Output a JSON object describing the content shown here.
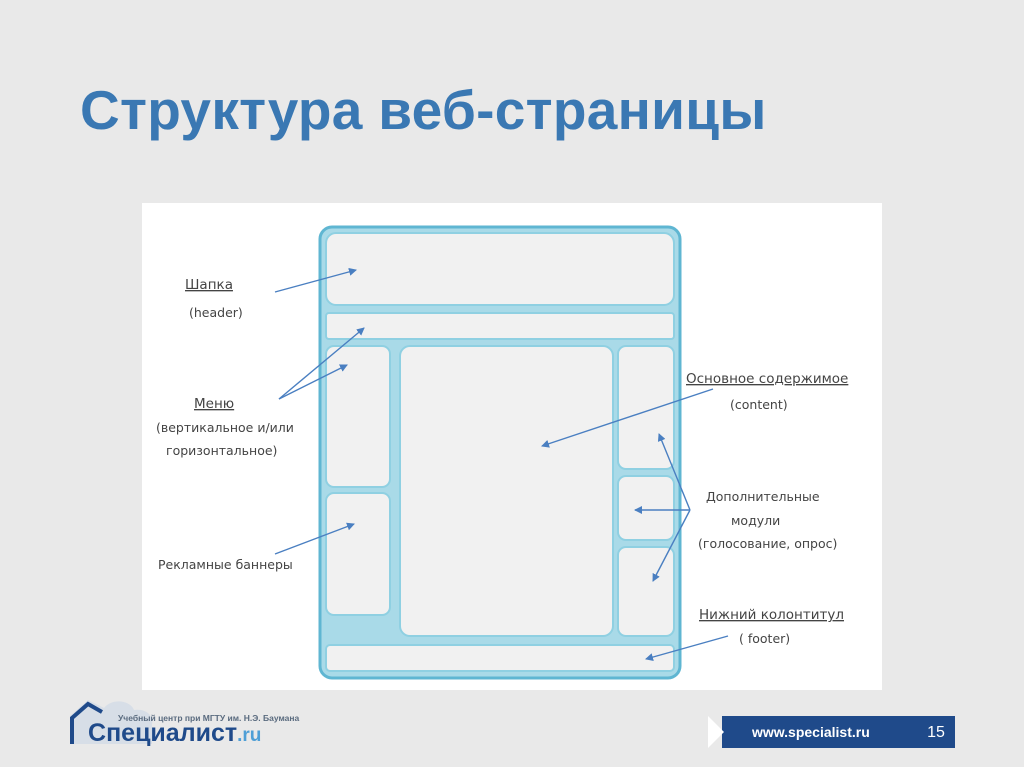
{
  "slide": {
    "title": "Структура веб-страницы",
    "page_number": "15"
  },
  "diagram": {
    "labels": {
      "header": "Шапка",
      "header_en": "(header)",
      "menu": "Меню",
      "menu_en_1": "(вертикальное и/или",
      "menu_en_2": "горизонтальное)",
      "banners": "Рекламные баннеры",
      "content": "Основное содержимое",
      "content_en": "(content)",
      "modules_1": "Дополнительные",
      "modules_2": "модули",
      "modules_3": "(голосование, опрос)",
      "footer": "Нижний колонтитул",
      "footer_en": "( footer)"
    },
    "colors": {
      "frame": "#7cc3d8",
      "block_fill": "#f1f1f1",
      "arrow": "#4a7fc1"
    }
  },
  "footer": {
    "logo_caption": "Учебный центр при МГТУ им. Н.Э. Баумана",
    "logo_main": "пециалист",
    "logo_letter": "С",
    "logo_tld": ".ru",
    "url": "www.specialist.ru"
  }
}
